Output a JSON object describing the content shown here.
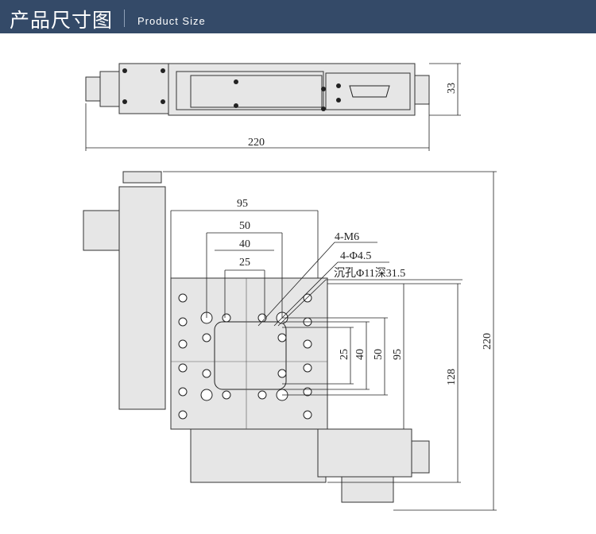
{
  "header": {
    "title_cn": "产品尺寸图",
    "title_en": "Product Size",
    "background": "#344a68"
  },
  "top_view": {
    "width_label": "220",
    "height_label": "33"
  },
  "front_view": {
    "dims": {
      "d95": "95",
      "d50": "50",
      "d40": "40",
      "d25": "25",
      "v25": "25",
      "v40": "40",
      "v50": "50",
      "v95": "95",
      "v128": "128",
      "v220": "220"
    },
    "notes": [
      "4-M6",
      "4-Φ4.5",
      "沉孔Φ11深31.5"
    ]
  }
}
